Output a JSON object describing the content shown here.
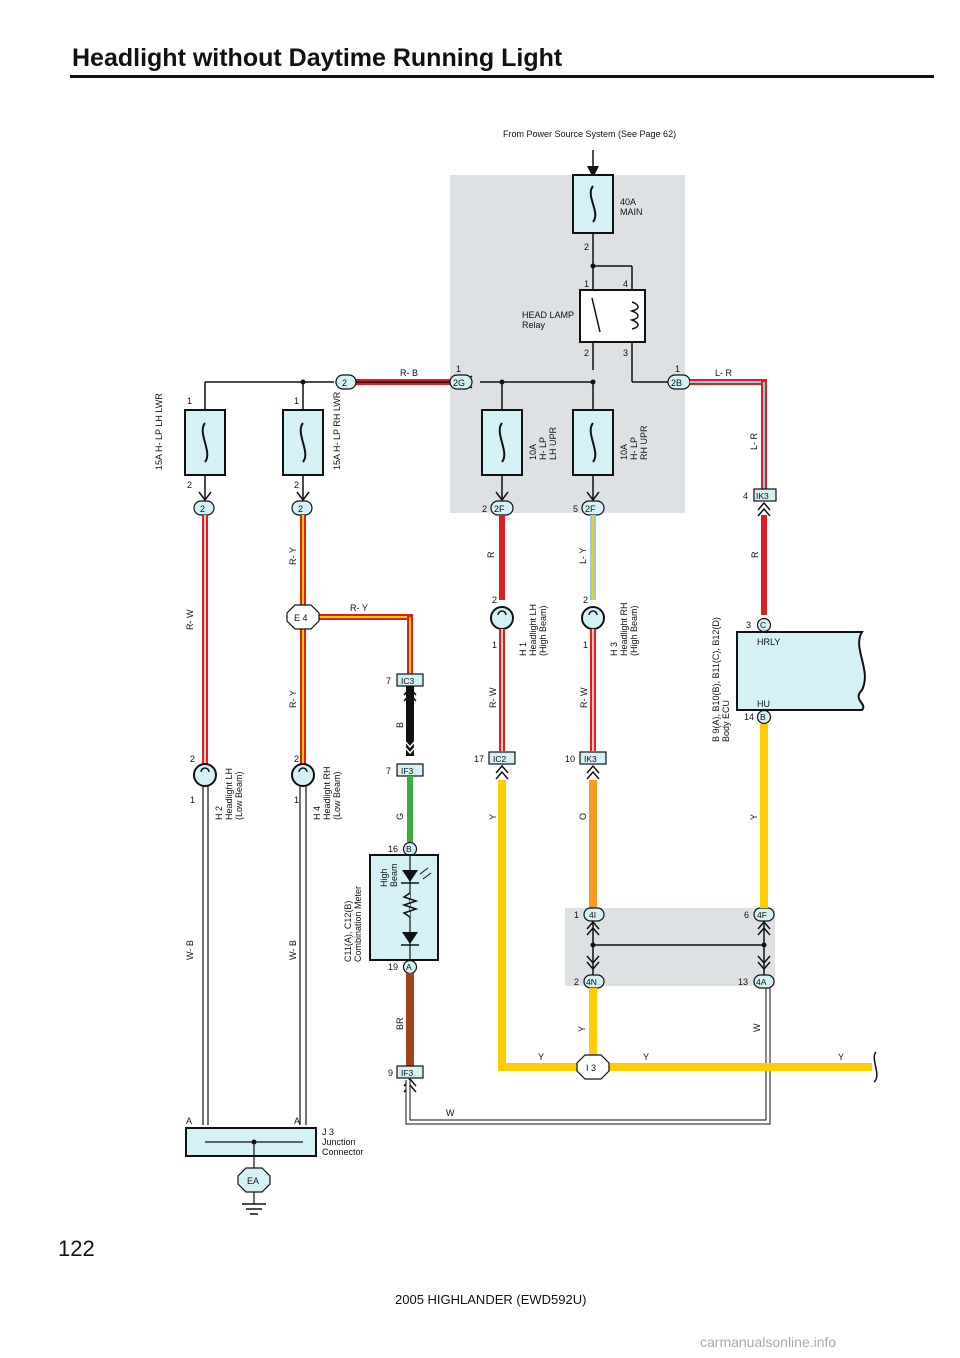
{
  "title": "Headlight without Daytime Running Light",
  "page_number": "122",
  "footer": "2005 HIGHLANDER (EWD592U)",
  "watermark": "carmanualsonline.info",
  "source_note": "From Power Source System (See Page 62)",
  "colors": {
    "red": "#e01e1e",
    "orange": "#f59a23",
    "yellow": "#ffcc00",
    "black": "#111111",
    "green": "#38b03a",
    "blue": "#8ecbf0",
    "brown": "#a0421c",
    "white_wire": "#ffffff",
    "panel": "#dde1e3",
    "component": "#d4f2f5"
  },
  "fuses": {
    "main": {
      "amp": "40A",
      "name": "MAIN",
      "pin_bottom": "2"
    },
    "lh_lwr": {
      "label": "15A H- LP LH LWR",
      "pin_top": "1",
      "pin_bottom": "2"
    },
    "rh_lwr": {
      "label": "15A H- LP RH LWR",
      "pin_top": "1",
      "pin_bottom": "2"
    },
    "lh_upr": {
      "amp": "10A",
      "line2": "H- LP",
      "line3": "LH UPR"
    },
    "rh_upr": {
      "amp": "10A",
      "line2": "H- LP",
      "line3": "RH UPR"
    }
  },
  "relay": {
    "line1": "HEAD LAMP",
    "line2": "Relay",
    "pin_tl": "1",
    "pin_tr": "4",
    "pin_bl": "2",
    "pin_br": "3"
  },
  "connectors": {
    "c2a": "2",
    "c2b": "2",
    "c2c": "2",
    "c2g": "2G",
    "c2g_pin": "1",
    "c2b_conn": "2B",
    "c2b_pin": "1",
    "c2f_l": "2F",
    "c2f_l_pin": "2",
    "c2f_r": "2F",
    "c2f_r_pin": "5",
    "ik3_top": "IK3",
    "ik3_top_pin": "4",
    "e4": "E 4",
    "ic3": "IC3",
    "ic3_pin": "7",
    "if3_a": "IF3",
    "if3_a_pin": "7",
    "ic2": "IC2",
    "ic2_pin": "17",
    "ik3_mid": "IK3",
    "ik3_mid_pin": "10",
    "b16": "B",
    "b16_pin": "16",
    "a19": "A",
    "a19_pin": "19",
    "if3_b": "IF3",
    "if3_b_pin": "9",
    "c_hrly": "C",
    "c_hrly_pin": "3",
    "b_hu": "B",
    "b_hu_pin": "14",
    "c4i": "4I",
    "c4i_pin": "1",
    "c4f": "4F",
    "c4f_pin": "6",
    "c4n": "4N",
    "c4n_pin": "2",
    "c4a": "4A",
    "c4a_pin": "13",
    "i3": "I 3",
    "ea": "EA"
  },
  "wires": {
    "r_b": "R- B",
    "l_r_top": "L- R",
    "l_r_side": "L- R",
    "r_w_left": "R- W",
    "r_y_top": "R- Y",
    "r_y_e4": "R- Y",
    "r_y_low": "R- Y",
    "r_high_lh": "R",
    "l_y": "L- Y",
    "r_right": "R",
    "r_w_h1": "R- W",
    "r_w_h3": "R- W",
    "b": "B",
    "g": "G",
    "y_left": "Y",
    "o": "O",
    "y_right": "Y",
    "w_b_left": "W- B",
    "w_b_right": "W- B",
    "br": "BR",
    "y_low": "Y",
    "w_right": "W",
    "y_bus1": "Y",
    "y_bus2": "Y",
    "y_bus3": "Y",
    "w_bottom": "W"
  },
  "lamps": {
    "h2": {
      "code": "H 2",
      "line2": "Headlight LH",
      "line3": "(Low Beam)",
      "pin_top": "2",
      "pin_bottom": "1"
    },
    "h4": {
      "code": "H 4",
      "line2": "Headlight RH",
      "line3": "(Low Beam)",
      "pin_top": "2",
      "pin_bottom": "1"
    },
    "h1": {
      "code": "H 1",
      "line2": "Headlight LH",
      "line3": "(High Beam)",
      "pin_top": "2",
      "pin_bottom": "1"
    },
    "h3": {
      "code": "H 3",
      "line2": "Headlight RH",
      "line3": "(High Beam)",
      "pin_top": "2",
      "pin_bottom": "1"
    }
  },
  "meter": {
    "line1": "C11(A), C12(B)",
    "line2": "Combination Meter",
    "ind1": "High",
    "ind2": "Beam"
  },
  "ecu": {
    "line1": "B 9(A), B10(B), B11(C), B12(D)",
    "line2": "Body ECU",
    "hrly": "HRLY",
    "hu": "HU"
  },
  "junction": {
    "line1": "J 3",
    "line2": "Junction",
    "line3": "Connector",
    "pin_l": "A",
    "pin_r": "A"
  }
}
